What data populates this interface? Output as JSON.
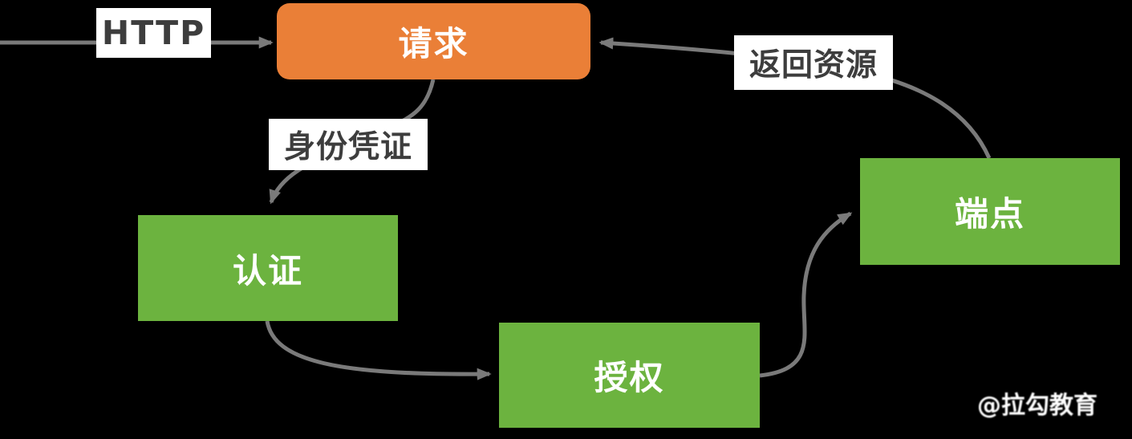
{
  "nodes": {
    "request": {
      "label": "请求"
    },
    "auth": {
      "label": "认证"
    },
    "authz": {
      "label": "授权"
    },
    "endpoint": {
      "label": "端点"
    }
  },
  "edge_labels": {
    "http": "HTTP",
    "credentials": "身份凭证",
    "return_resource": "返回资源"
  },
  "edges": [
    {
      "from": "client",
      "to": "request",
      "label": "HTTP"
    },
    {
      "from": "request",
      "to": "auth",
      "label": "身份凭证"
    },
    {
      "from": "auth",
      "to": "authz",
      "label": ""
    },
    {
      "from": "authz",
      "to": "endpoint",
      "label": ""
    },
    {
      "from": "endpoint",
      "to": "request",
      "label": "返回资源"
    }
  ],
  "watermark": "@拉勾教育",
  "colors": {
    "background": "#000000",
    "request_node_fill": "#EA7F37",
    "node_fill": "#6CB33F",
    "node_text": "#FFFFFF",
    "arrow": "#7A7A7A",
    "label_background": "#FFFFFF",
    "label_text": "#3D3D3D"
  }
}
